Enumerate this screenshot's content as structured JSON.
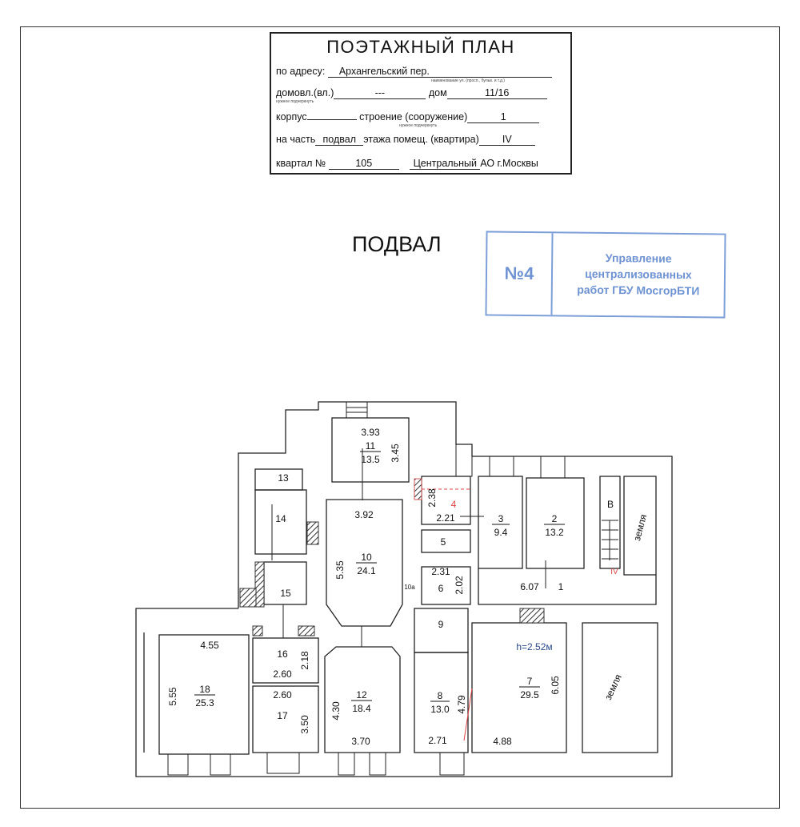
{
  "title_block": {
    "title": "ПОЭТАЖНЫЙ ПЛАН",
    "address_label": "по адресу:",
    "address_value": "Архангельский пер.",
    "address_hint": "наименование ул. (просп., бульв. и т.д.)",
    "domovl_label": "домовл.(вл.)",
    "domovl_value": "---",
    "domovl_hint": "нужное подчеркнуть",
    "dom_label": "дом",
    "dom_value": "11/16",
    "korpus_label": "корпус",
    "stroenie_label": "строение (сооружение)",
    "stroenie_value": "1",
    "stroenie_hint": "нужное подчеркнуть",
    "part_label": "на часть",
    "part_value": "подвал",
    "floor_label": "этажа помещ. (квартира)",
    "floor_value": "IV",
    "kvartal_label": "квартал №",
    "kvartal_value": "105",
    "ao_value": "Центральный",
    "ao_label": "АО г.Москвы"
  },
  "floor_name": "ПОДВАЛ",
  "stamp": {
    "number": "№4",
    "line1": "Управление",
    "line2": "централизованных",
    "line3": "работ ГБУ МосгорБТИ",
    "color": "#6f93d2"
  },
  "plan": {
    "rooms": {
      "r1": {
        "num": "1",
        "dim": "6.07"
      },
      "r2": {
        "num": "2",
        "area": "13.2"
      },
      "r3": {
        "num": "3",
        "area": "9.4"
      },
      "r4": {
        "num": "4",
        "dim_v": "2.38",
        "dim_h": "2.21"
      },
      "r5": {
        "num": "5"
      },
      "r6": {
        "num": "6",
        "dim_h": "2.31",
        "dim_v": "2.02"
      },
      "r7": {
        "num": "7",
        "area": "29.5",
        "dim_v": "6.05",
        "dim_h": "4.88",
        "height": "h=2.52м"
      },
      "r8": {
        "num": "8",
        "area": "13.0",
        "dim_v": "4.79",
        "dim_h": "2.71"
      },
      "r9": {
        "num": "9"
      },
      "r10": {
        "num": "10",
        "area": "24.1",
        "dim_v": "5.35",
        "dim_h": "3.92"
      },
      "r10a": {
        "num": "10а"
      },
      "r11": {
        "num": "11",
        "area": "13.5",
        "dim_h": "3.93",
        "dim_v": "3.45"
      },
      "r12": {
        "num": "12",
        "area": "18.4",
        "dim_v": "4.30",
        "dim_h": "3.70"
      },
      "r13": {
        "num": "13"
      },
      "r14": {
        "num": "14"
      },
      "r15": {
        "num": "15"
      },
      "r16": {
        "num": "16",
        "dim_h": "2.60",
        "dim_v": "2.18"
      },
      "r17": {
        "num": "17",
        "dim_h": "2.60",
        "dim_v": "3.50"
      },
      "r18": {
        "num": "18",
        "area": "25.3",
        "dim_h": "4.55",
        "dim_v": "5.55"
      }
    },
    "stair_label": "В",
    "ground_label": "земля",
    "red_mark": "IV"
  }
}
